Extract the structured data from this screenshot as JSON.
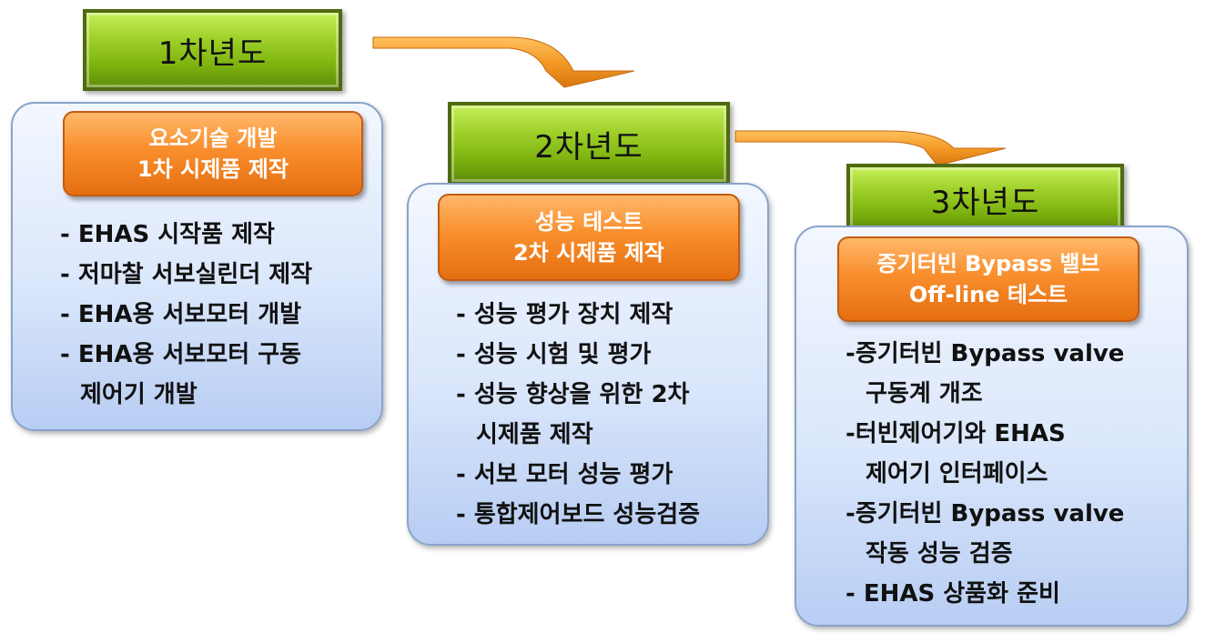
{
  "stages": [
    {
      "year": "1차년도",
      "goal_lines": [
        "요소기술 개발",
        "1차 시제품 제작"
      ],
      "items": [
        "- EHAS 시작품 제작",
        "- 저마찰 서보실린더 제작",
        "- EHA용 서보모터 개발",
        "- EHA용 서보모터 구동",
        "제어기 개발"
      ]
    },
    {
      "year": "2차년도",
      "goal_lines": [
        "성능 테스트",
        "2차 시제품 제작"
      ],
      "items": [
        "- 성능 평가 장치 제작",
        "- 성능 시험 및 평가",
        "- 성능 향상을 위한 2차",
        "시제품 제작",
        "- 서보 모터 성능 평가",
        "- 통합제어보드 성능검증"
      ]
    },
    {
      "year": "3차년도",
      "goal_lines": [
        "증기터빈 Bypass 밸브",
        "Off-line 테스트"
      ],
      "items": [
        "-증기터빈 Bypass valve",
        "구동계 개조",
        "-터빈제어기와 EHAS",
        "제어기 인터페이스",
        "-증기터빈 Bypass valve",
        "작동 성능 검증",
        "- EHAS 상품화 준비"
      ]
    }
  ],
  "colors": {
    "header_green": "#8fc31f",
    "goal_orange": "#f7891f",
    "card_blue": "#c9dcf8",
    "arrow_orange": "#f49a25"
  }
}
